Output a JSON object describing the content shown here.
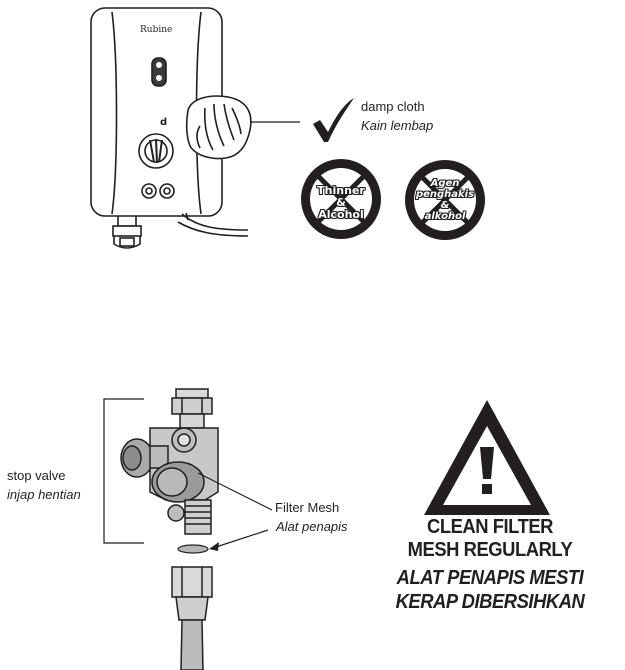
{
  "heater": {
    "brand": "Rubine"
  },
  "cleaning": {
    "ok_label_en": "damp cloth",
    "ok_label_ms": "Kain lembap",
    "no_item_1_line1": "Thinner",
    "no_item_1_line2": "&",
    "no_item_1_line3": "Alcohol",
    "no_item_2_line1": "Agen",
    "no_item_2_line2": "penghakis",
    "no_item_2_line3": "&",
    "no_item_2_line4": "alkohol"
  },
  "valve": {
    "stop_valve_en": "stop valve",
    "stop_valve_ms": "injap hentian",
    "filter_mesh_en": "Filter Mesh",
    "filter_mesh_ms": "Alat penapis"
  },
  "warning": {
    "line1": "CLEAN FILTER",
    "line2": "MESH REGULARLY",
    "line3": "ALAT PENAPIS MESTI",
    "line4": "KERAP DIBERSIHKAN",
    "icon": "warning-triangle-icon"
  }
}
